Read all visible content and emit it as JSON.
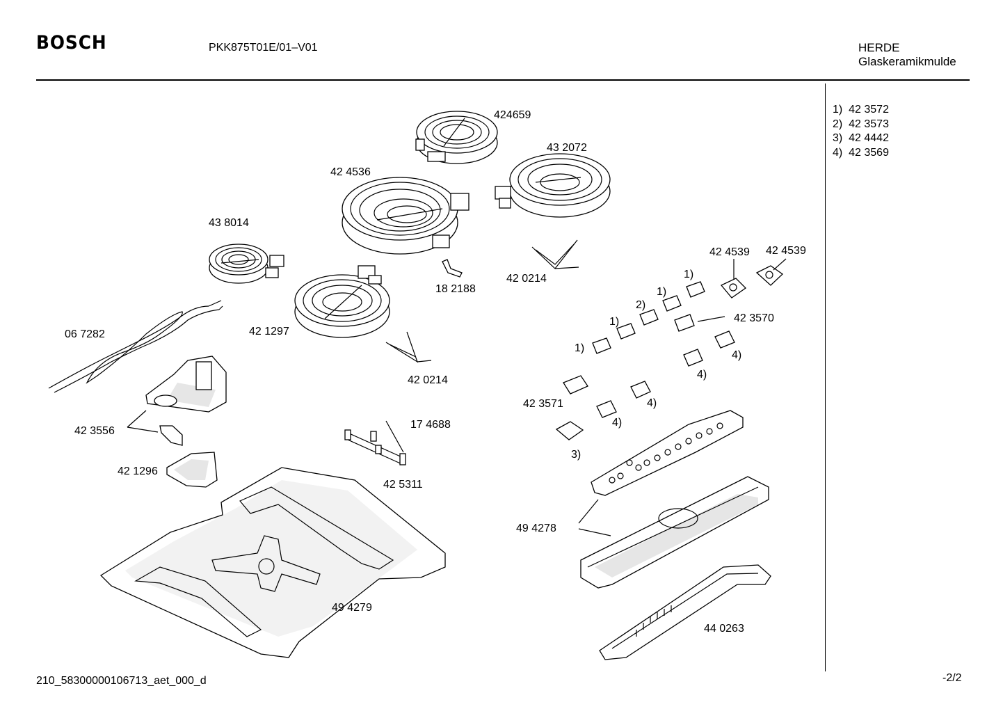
{
  "header": {
    "brand": "BOSCH",
    "model": "PKK875T01E/01–V01",
    "category": "HERDE",
    "subcategory": "Glaskeramikmulde"
  },
  "legend": [
    {
      "key": "1)",
      "part": "42 3572"
    },
    {
      "key": "2)",
      "part": "42 3573"
    },
    {
      "key": "3)",
      "part": "42 4442"
    },
    {
      "key": "4)",
      "part": "42 3569"
    }
  ],
  "footer": {
    "doc_id": "210_58300000106713_aet_000_d",
    "page": "-2/2"
  },
  "callouts": {
    "p424659": "424659",
    "p432072": "43 2072",
    "p424536": "42 4536",
    "p438014": "43 8014",
    "p182188": "18 2188",
    "p420214a": "42 0214",
    "p424539a": "42 4539",
    "p424539b": "42 4539",
    "p067282": "06 7282",
    "p421297": "42 1297",
    "p420214b": "42 0214",
    "p423570": "42 3570",
    "p423571": "42 3571",
    "p423556": "42 3556",
    "p174688": "17 4688",
    "p421296": "42 1296",
    "p425311": "42 5311",
    "p494278": "49 4278",
    "p494279": "49 4279",
    "p440263": "44 0263",
    "k1a": "1)",
    "k1b": "1)",
    "k1c": "1)",
    "k1d": "1)",
    "k2": "2)",
    "k3": "3)",
    "k4a": "4)",
    "k4b": "4)",
    "k4c": "4)",
    "k4d": "4)"
  }
}
